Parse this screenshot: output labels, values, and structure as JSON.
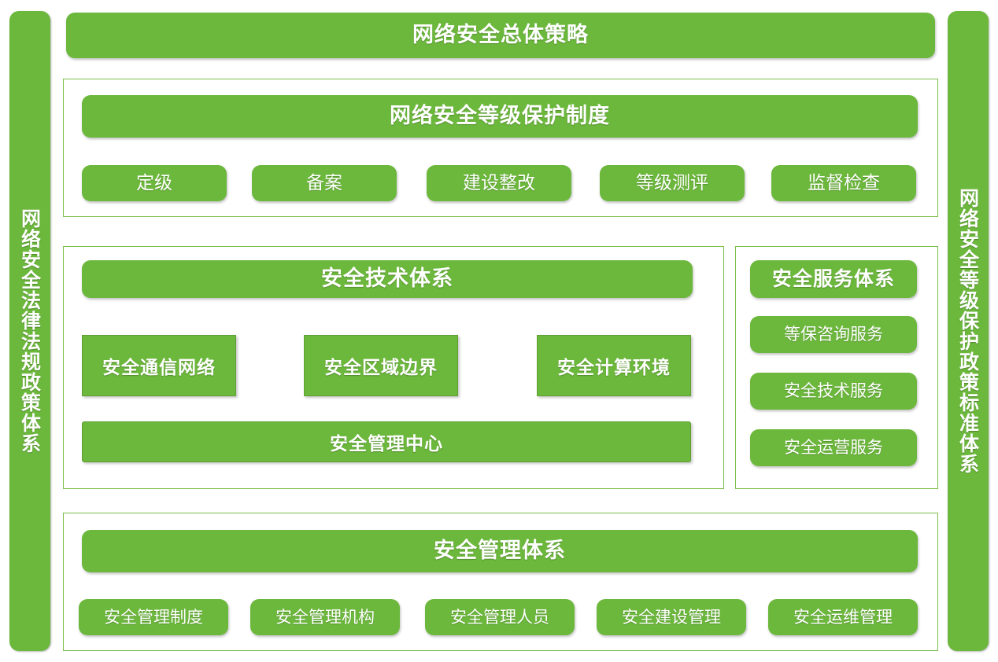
{
  "colors": {
    "green": "#6CB83C",
    "green_border": "#5F9E33",
    "panel_border": "#7DBE4A",
    "text": "#FFFFFF",
    "background": "#FFFFFF"
  },
  "pillars": {
    "left": {
      "label": "网络安全法律法规政策体系"
    },
    "right": {
      "label": "网络安全等级保护政策标准体系"
    }
  },
  "top_banner": {
    "label": "网络安全总体策略"
  },
  "grading_section": {
    "title": "网络安全等级保护制度",
    "items": [
      {
        "label": "定级"
      },
      {
        "label": "备案"
      },
      {
        "label": "建设整改"
      },
      {
        "label": "等级测评"
      },
      {
        "label": "监督检查"
      }
    ]
  },
  "technical_section": {
    "title": "安全技术体系",
    "blocks": [
      {
        "label": "安全通信网络"
      },
      {
        "label": "安全区域边界"
      },
      {
        "label": "安全计算环境"
      }
    ],
    "footer_block": {
      "label": "安全管理中心"
    }
  },
  "service_section": {
    "title": "安全服务体系",
    "items": [
      {
        "label": "等保咨询服务"
      },
      {
        "label": "安全技术服务"
      },
      {
        "label": "安全运营服务"
      }
    ]
  },
  "management_section": {
    "title": "安全管理体系",
    "items": [
      {
        "label": "安全管理制度"
      },
      {
        "label": "安全管理机构"
      },
      {
        "label": "安全管理人员"
      },
      {
        "label": "安全建设管理"
      },
      {
        "label": "安全运维管理"
      }
    ]
  }
}
